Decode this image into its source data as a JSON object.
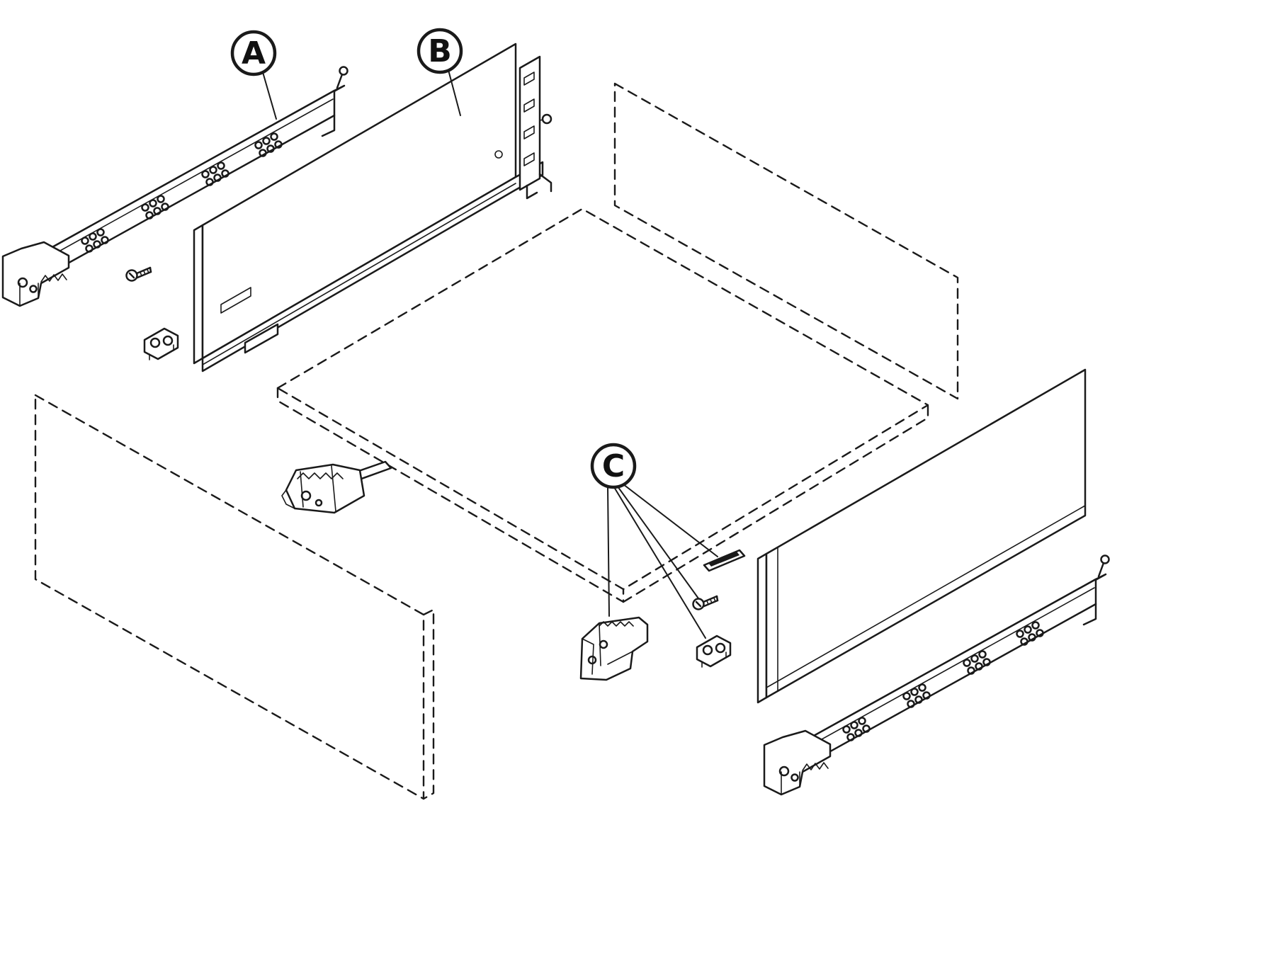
{
  "diagram": {
    "background_color": "#ffffff",
    "line_color": "#1a1a1a",
    "callouts": {
      "a": "A",
      "b": "B",
      "c": "C"
    }
  }
}
